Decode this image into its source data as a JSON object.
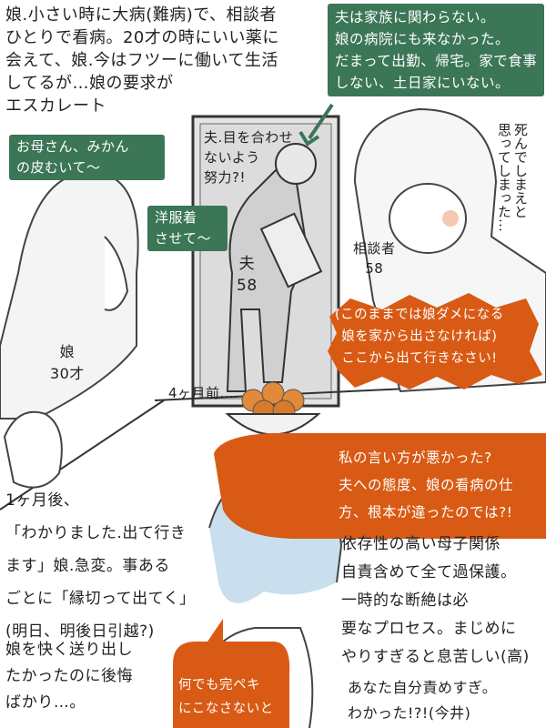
{
  "narration": {
    "intro": "娘.小さい時に大病(難病)で、相談者\nひとりで看病。20才の時にいい薬に\n会えて、娘.今はフツーに働いて生活\nしてるが…娘の要求が\nエスカレート",
    "four_months_ago": "4ヶ月前….",
    "one_month_later": "1ヶ月後、\n「わかりました.出て行き\nます」娘.急変。事ある\nごとに「縁切って出てく」\n(明日、明後日引越?)",
    "regret": "娘を快く送り出し\nたかったのに後悔\nばかり…。",
    "advice": "依存性の高い母子関係\n自責含めて全て過保護。\n一時的な断絶は必\n要なプロセス。まじめに\nやりすぎると息苦しい(高)",
    "advice2": "あなた自分責めすぎ。\nわかった!?!(今井)"
  },
  "bubbles": {
    "husband_desc": "夫は家族に関わらない。\n娘の病院にも来なかった。\nだまって出勤、帰宅。家で食事\nしない、土日家にいない。",
    "husband_note": "夫.目を合わせ\nないよう\n努力?!",
    "daughter_1": "お母さん、みかん\nの皮むいて〜",
    "daughter_2": "洋服着\nさせて〜",
    "mother_thought": "死んでしまえと\n思ってしまった…",
    "mother_shout": "(このままでは娘ダメになる\n娘を家から出さなければ)\nここから出て行きなさい!",
    "mother_doubt": "私の言い方が悪かった?\n夫への態度、娘の看病の仕\n方、根本が違ったのでは?!",
    "perfect": "何でも完ペキ\nにこなさないと"
  },
  "labels": {
    "husband": "夫\n58",
    "consulter": "相談者\n58",
    "daughter": "娘\n30才"
  },
  "colors": {
    "green": "#3b7657",
    "orange": "#d85a14"
  }
}
